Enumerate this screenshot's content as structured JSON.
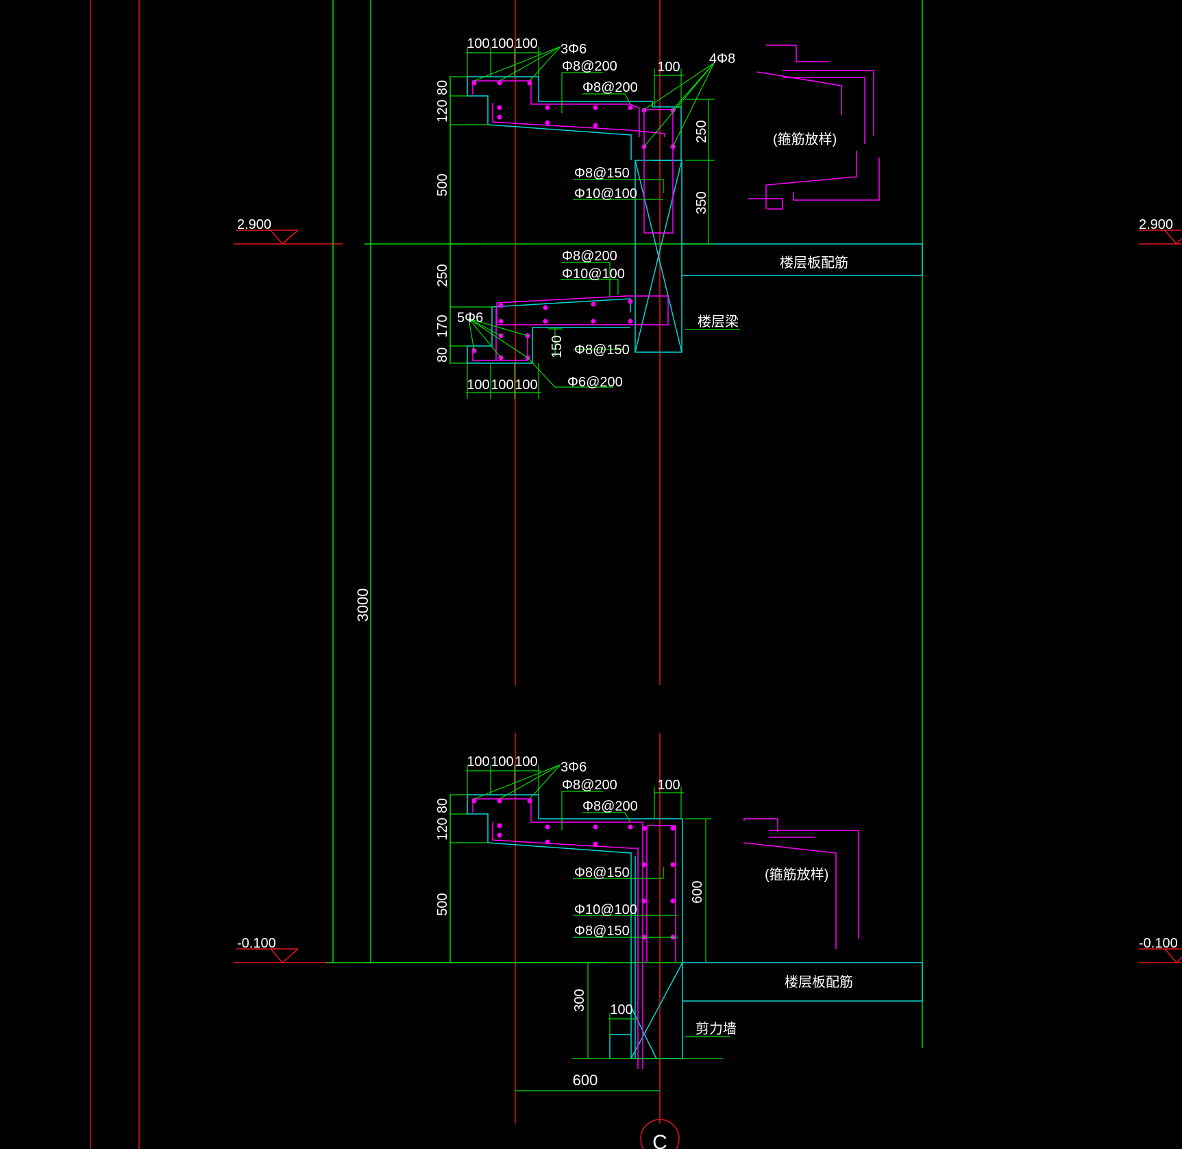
{
  "colors": {
    "background": "#000000",
    "grid_red": "#e8141e",
    "dimension_green": "#00dc00",
    "outline_cyan": "#00d8d8",
    "rebar_magenta": "#ff00ff",
    "text_white": "#ffffff"
  },
  "elevations": {
    "upper": "2.900",
    "lower": "-0.100"
  },
  "upper_detail": {
    "dims_top": [
      "100",
      "100",
      "100"
    ],
    "dims_bottom": [
      "100",
      "100",
      "100"
    ],
    "dim_right_top": "100",
    "dims_left": [
      "80",
      "120",
      "500",
      "250",
      "170",
      "80"
    ],
    "dims_right": [
      "250",
      "350"
    ],
    "dim_inner": "150",
    "rebar_3phi6": "3Φ6",
    "rebar_4phi8": "4Φ8",
    "rebar_5phi6": "5Φ6",
    "label_phi8_200_a": "Φ8@200",
    "label_phi8_200_b": "Φ8@200",
    "label_phi8_150_a": "Φ8@150",
    "label_phi10_100_a": "Φ10@100",
    "label_phi8_200_c": "Φ8@200",
    "label_phi10_100_b": "Φ10@100",
    "label_phi8_150_b": "Φ8@150",
    "label_phi6_200": "Φ6@200",
    "stirrup_sample": "(箍筋放样)",
    "floor_slab": "楼层板配筋",
    "floor_beam": "楼层梁"
  },
  "lower_detail": {
    "dims_top": [
      "100",
      "100",
      "100"
    ],
    "dim_right_top": "100",
    "dims_left": [
      "80",
      "120",
      "500"
    ],
    "dim_right": "600",
    "dim_300": "300",
    "dim_100": "100",
    "dim_600": "600",
    "rebar_3phi6": "3Φ6",
    "label_phi8_200_a": "Φ8@200",
    "label_phi8_200_b": "Φ8@200",
    "label_phi8_150_a": "Φ8@150",
    "label_phi10_100": "Φ10@100",
    "label_phi8_150_b": "Φ8@150",
    "stirrup_sample": "(箍筋放样)",
    "floor_slab": "楼层板配筋",
    "shear_wall": "剪力墙"
  },
  "overall_height": "3000",
  "axis_label": "C"
}
